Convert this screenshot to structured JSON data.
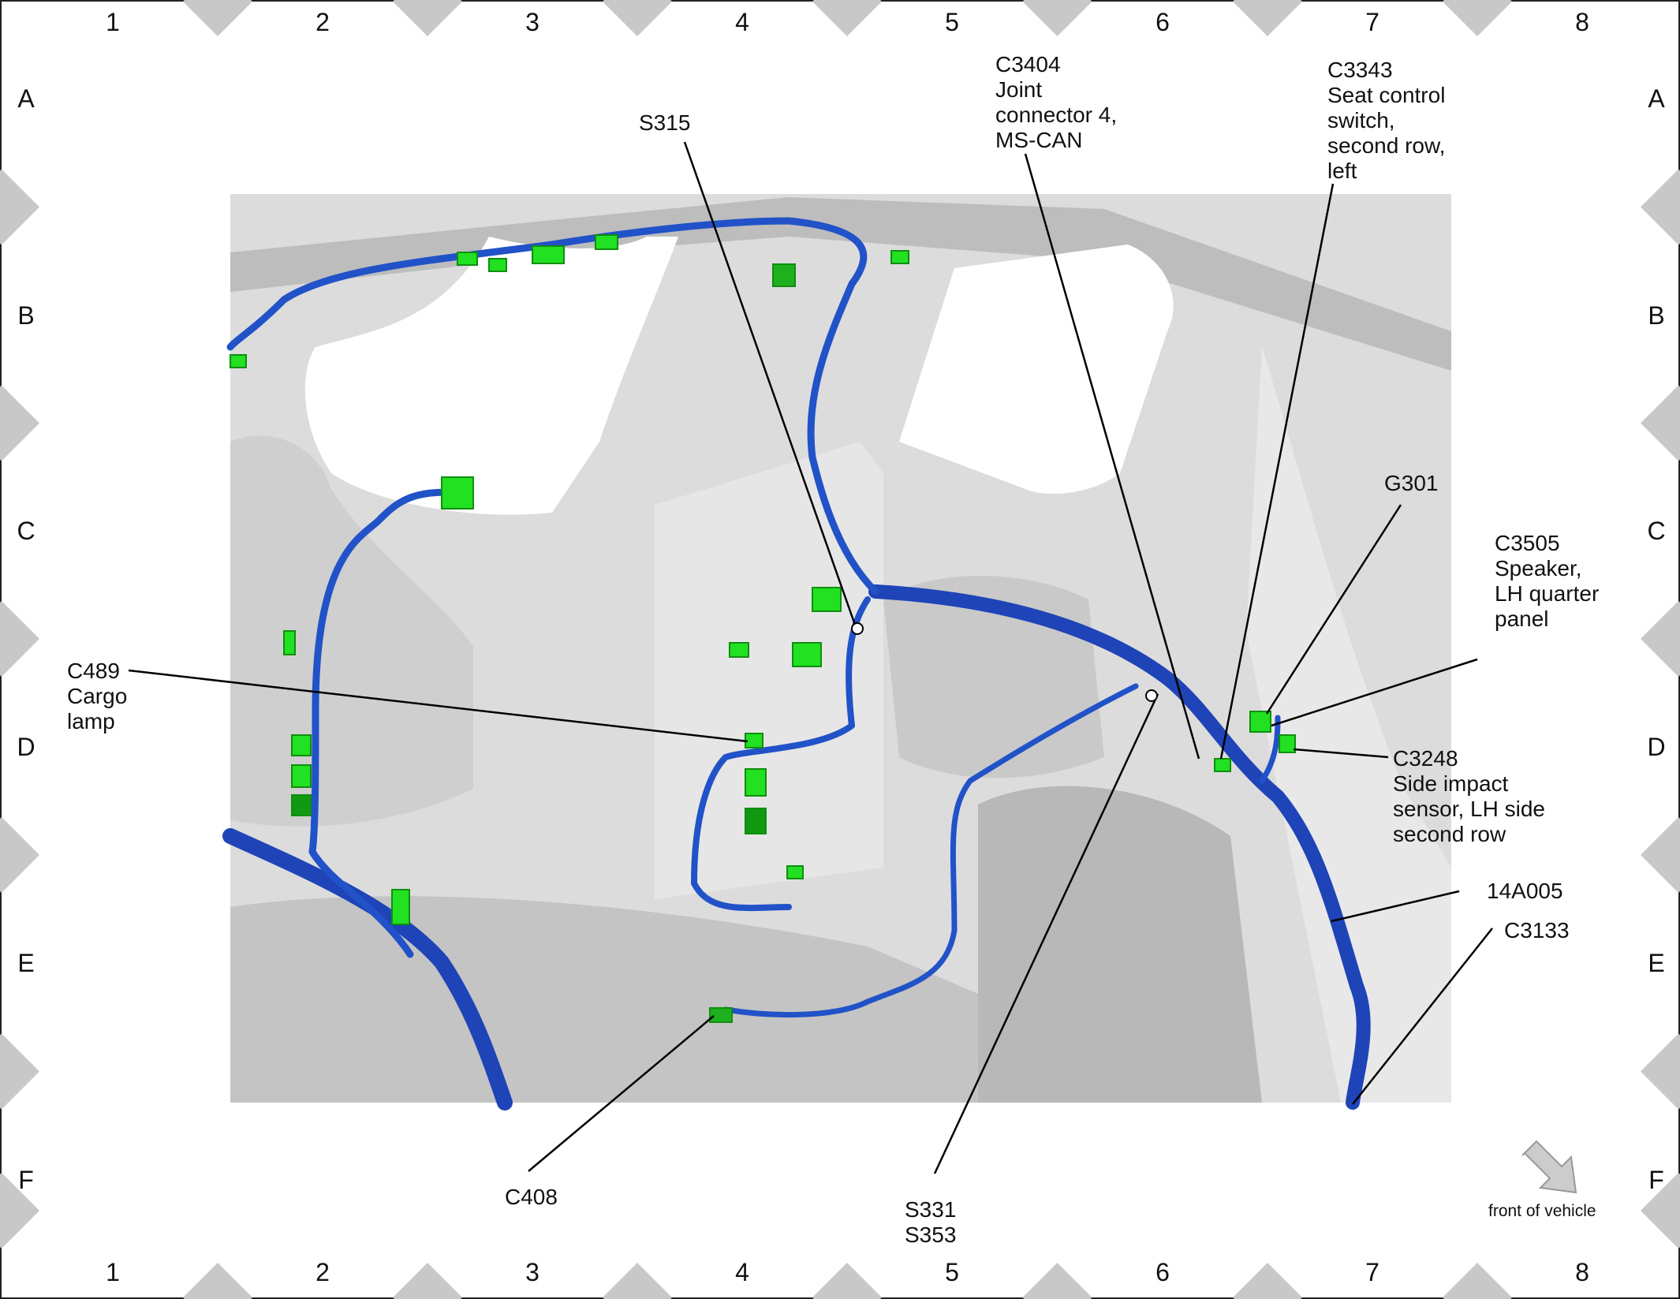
{
  "grid": {
    "columns": [
      "1",
      "2",
      "3",
      "4",
      "5",
      "6",
      "7",
      "8"
    ],
    "rows": [
      "A",
      "B",
      "C",
      "D",
      "E",
      "F"
    ]
  },
  "callouts": {
    "s315": [
      "S315"
    ],
    "c3404": [
      "C3404",
      "Joint",
      "connector 4,",
      "MS-CAN"
    ],
    "c3343": [
      "C3343",
      "Seat control",
      "switch,",
      "second row,",
      "left"
    ],
    "g301": [
      "G301"
    ],
    "c3505": [
      "C3505",
      "Speaker,",
      "LH quarter",
      "panel"
    ],
    "c489": [
      "C489",
      "Cargo",
      "lamp"
    ],
    "c3248": [
      "C3248",
      "Side impact",
      "sensor, LH side",
      "second row"
    ],
    "h14a005": [
      "14A005"
    ],
    "c3133": [
      "C3133"
    ],
    "c408": [
      "C408"
    ],
    "s331": [
      "S331",
      "S353"
    ]
  },
  "orientation_note": "front of vehicle",
  "colors": {
    "harness": "#1f44b8",
    "harness_dark": "#15308a",
    "connector": "#22e022",
    "connector_dark": "#119911",
    "body_panel": "#d6d6d6",
    "background": "#ffffff"
  }
}
